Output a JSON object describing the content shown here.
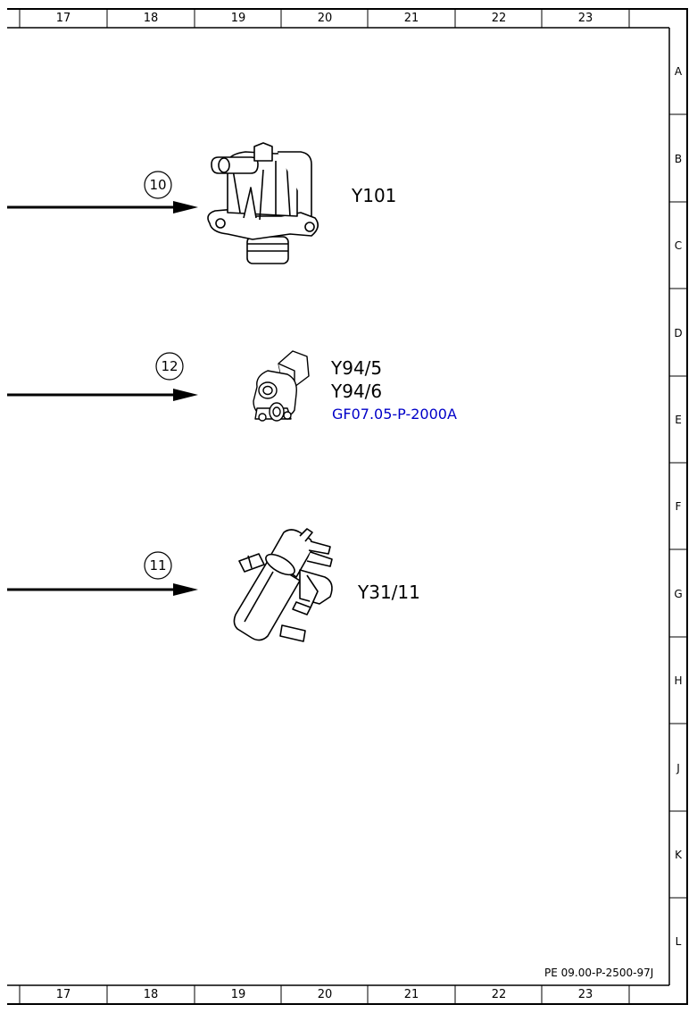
{
  "grid": {
    "columns": [
      "17",
      "18",
      "19",
      "20",
      "21",
      "22",
      "23"
    ],
    "rows": [
      "A",
      "B",
      "C",
      "D",
      "E",
      "F",
      "G",
      "H",
      "J",
      "K",
      "L"
    ]
  },
  "components": [
    {
      "callout": "10",
      "labels": [
        "Y101"
      ],
      "reference": ""
    },
    {
      "callout": "12",
      "labels": [
        "Y94/5",
        "Y94/6"
      ],
      "reference": "GF07.05-P-2000A"
    },
    {
      "callout": "11",
      "labels": [
        "Y31/11"
      ],
      "reference": ""
    }
  ],
  "document_number": "PE 09.00-P-2500-97J",
  "colors": {
    "reference_link": "#0000c8",
    "line": "#000000"
  },
  "icons": [
    "valve-y101-icon",
    "valve-y94-icon",
    "valve-y31-11-icon",
    "arrow-right-icon"
  ]
}
